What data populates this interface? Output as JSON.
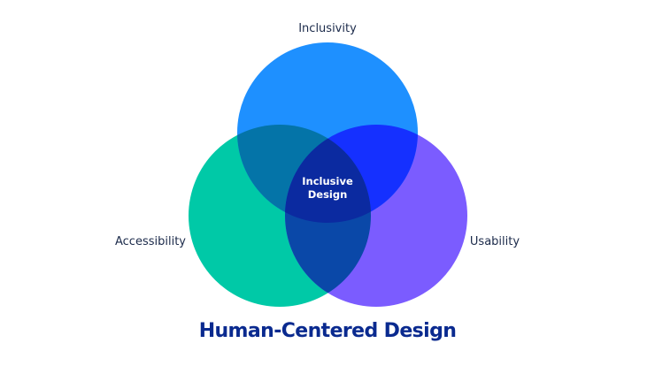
{
  "diagram": {
    "type": "venn",
    "title": "Human-Centered Design",
    "sets": [
      {
        "id": "inclusivity",
        "label": "Inclusivity",
        "color": "#1e90ff"
      },
      {
        "id": "accessibility",
        "label": "Accessibility",
        "color": "#00c9a7"
      },
      {
        "id": "usability",
        "label": "Usability",
        "color": "#7b5cff"
      }
    ],
    "overlaps": {
      "inclusivity_accessibility": "#0474a8",
      "inclusivity_usability": "#1530ff",
      "accessibility_usability": "#0a48a8",
      "all": "#0b2aa0"
    },
    "center_label": {
      "line1": "Inclusive",
      "line2": "Design"
    }
  }
}
